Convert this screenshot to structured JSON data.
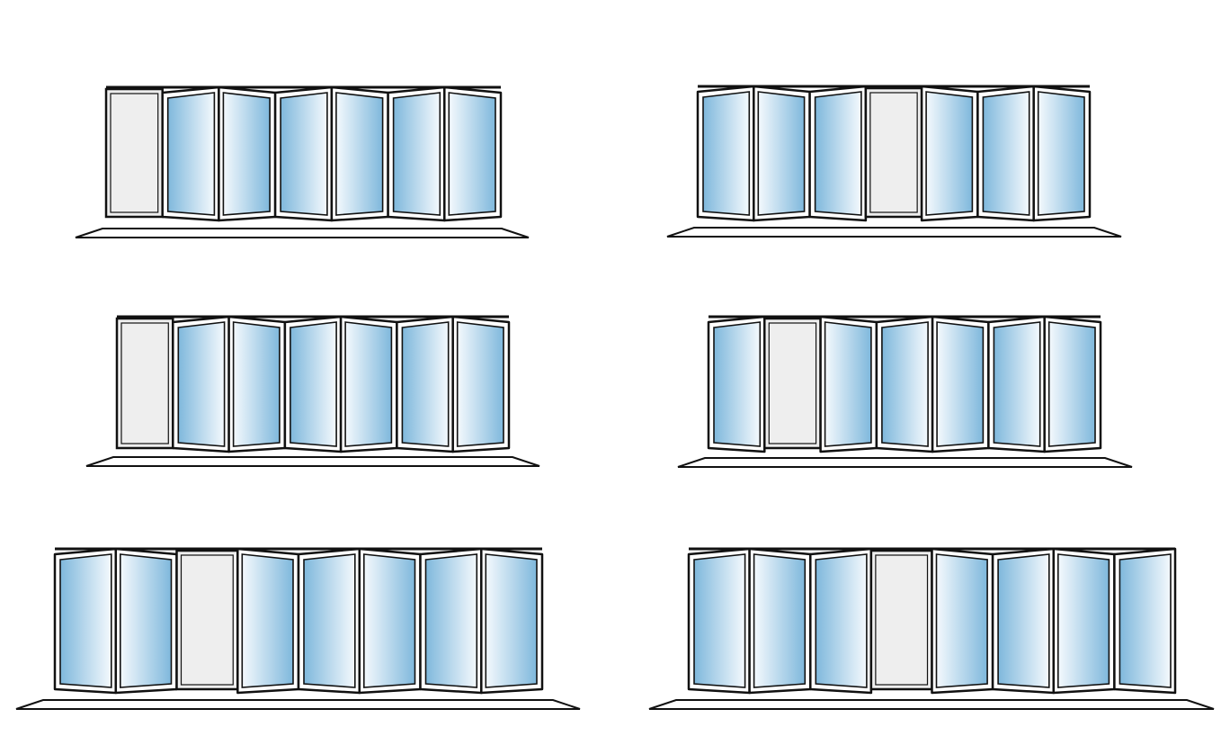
{
  "colors": {
    "frame": "#111111",
    "opening": "#eeeeee",
    "glass_dark": "#7fb8dc",
    "glass_light": "#f4f9fd",
    "background": "#ffffff"
  },
  "configurations": [
    {
      "id": "config-1",
      "panels": [
        "open",
        "left",
        "right",
        "left",
        "right",
        "left",
        "right"
      ]
    },
    {
      "id": "config-2",
      "panels": [
        "left",
        "right",
        "left",
        "open",
        "right",
        "left",
        "right"
      ]
    },
    {
      "id": "config-3",
      "panels": [
        "open",
        "left",
        "right",
        "left",
        "right",
        "left",
        "right"
      ]
    },
    {
      "id": "config-4",
      "panels": [
        "left",
        "open",
        "right",
        "left",
        "right",
        "left",
        "right"
      ]
    },
    {
      "id": "config-5",
      "panels": [
        "left",
        "right",
        "open",
        "right",
        "left",
        "right",
        "left",
        "right"
      ]
    },
    {
      "id": "config-6",
      "panels": [
        "left",
        "right",
        "left",
        "open",
        "right",
        "left",
        "right",
        "left"
      ]
    }
  ]
}
